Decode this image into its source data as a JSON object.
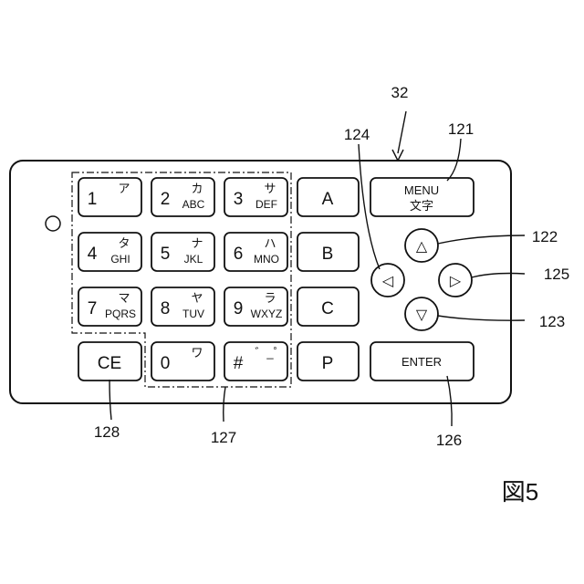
{
  "refs": {
    "device": "32",
    "menu": "121",
    "up": "122",
    "down": "123",
    "left": "124",
    "right": "125",
    "enter": "126",
    "keypad": "127",
    "ce": "128"
  },
  "figure_label": "図5",
  "keypad": {
    "rows": [
      [
        {
          "main": "1",
          "kana": "ア",
          "alpha": ""
        },
        {
          "main": "2",
          "kana": "カ",
          "alpha": "ABC"
        },
        {
          "main": "3",
          "kana": "サ",
          "alpha": "DEF"
        }
      ],
      [
        {
          "main": "4",
          "kana": "タ",
          "alpha": "GHI"
        },
        {
          "main": "5",
          "kana": "ナ",
          "alpha": "JKL"
        },
        {
          "main": "6",
          "kana": "ハ",
          "alpha": "MNO"
        }
      ],
      [
        {
          "main": "7",
          "kana": "マ",
          "alpha": "PQRS"
        },
        {
          "main": "8",
          "kana": "ヤ",
          "alpha": "TUV"
        },
        {
          "main": "9",
          "kana": "ラ",
          "alpha": "WXYZ"
        }
      ],
      [
        {
          "main": "0",
          "kana": "ワ",
          "alpha": ""
        },
        {
          "main": "#",
          "kana": "゛_゜",
          "alpha": ""
        }
      ]
    ]
  },
  "letter_keys": [
    "A",
    "B",
    "C",
    "P"
  ],
  "ce_key": "CE",
  "menu_key": {
    "line1": "MENU",
    "line2": "文字"
  },
  "enter_key": "ENTER",
  "arrows": {
    "up": "△",
    "down": "▽",
    "left": "◁",
    "right": "▷"
  }
}
